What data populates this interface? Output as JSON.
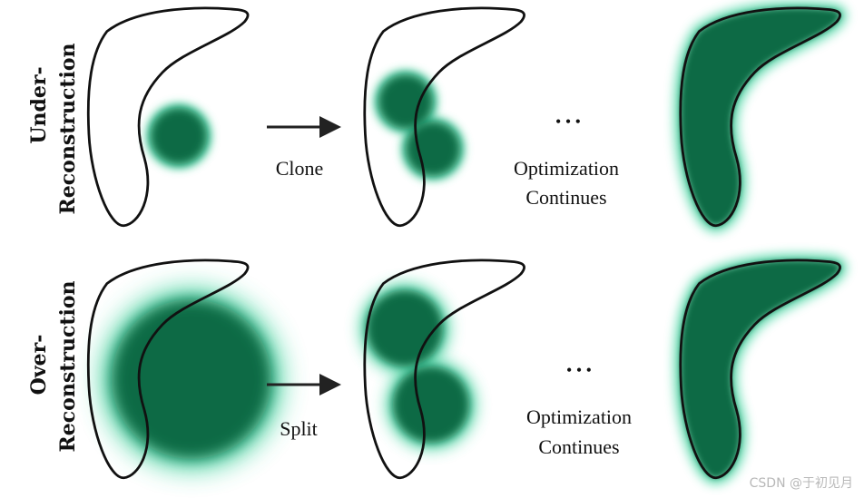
{
  "rows": [
    {
      "label_line1": "Under-",
      "label_line2": "Reconstruction",
      "operation": "Clone",
      "step_line1": "Optimization",
      "step_line2": "Continues"
    },
    {
      "label_line1": "Over-",
      "label_line2": "Reconstruction",
      "operation": "Split",
      "step_line1": "Optimization",
      "step_line2": "Continues"
    }
  ],
  "ellipsis": "• • •",
  "watermark": "CSDN @于初见月",
  "colors": {
    "gaussian": "#0e6a44",
    "glow": "#3fd6a0",
    "outline": "#111111"
  }
}
